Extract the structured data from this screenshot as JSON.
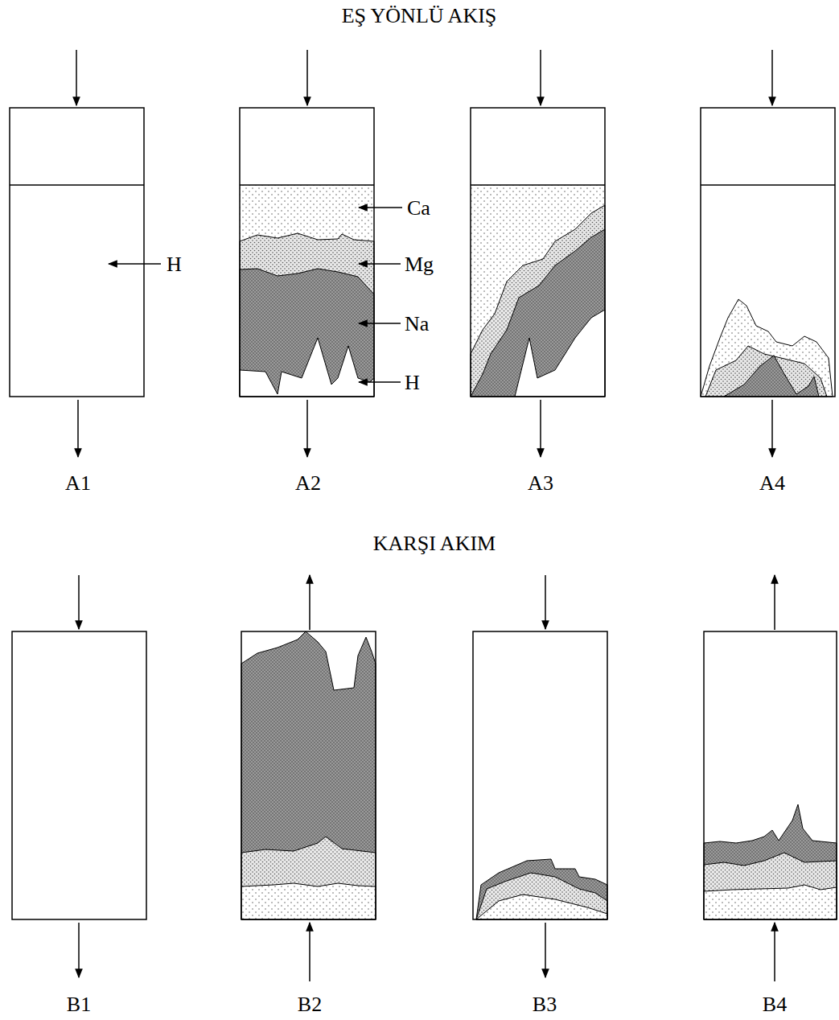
{
  "diagram": {
    "labels": [
      "EŞ YÖNLÜ AKIŞ",
      "H",
      "Ca",
      "Mg",
      "Na",
      "H",
      "A1",
      "A2",
      "A3",
      "A4",
      "KARŞI AKIM",
      "B1",
      "B2",
      "B3",
      "B4"
    ]
  }
}
